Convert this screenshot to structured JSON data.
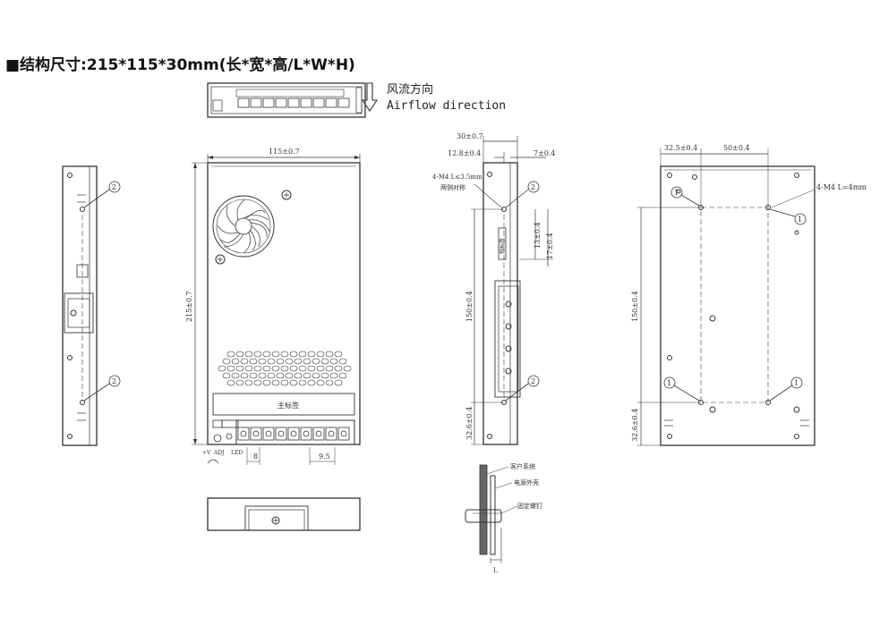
{
  "header": {
    "title": "■结构尺寸:215*115*30mm(长*宽*高/L*W*H)"
  },
  "airflow": {
    "cn": "风流方向",
    "en": "Airflow direction"
  },
  "front_view": {
    "width_dim": "115±0.7",
    "height_dim": "215±0.7",
    "label_plate": "主标签",
    "led_label": "LED",
    "adj_label": "ADJ",
    "pm_label": "+V",
    "pitch_8": "8",
    "pitch_95": "9.5"
  },
  "side_view": {
    "dim_30": "30±0.7",
    "dim_128": "12.8±0.4",
    "dim_7": "7±0.4",
    "screw_note": "4-M4 L≤3.5mm",
    "screw_note2": "两侧对称",
    "dim_150": "150±0.4",
    "dim_13": "13±0.4",
    "dim_17": "17±0.4",
    "dim_326": "32.6±0.4",
    "side_label": "侧标签"
  },
  "bottom_view": {
    "dim_325": "32.5±0.4",
    "dim_50": "50±0.4",
    "screw_note": "4-M4 L=4mm",
    "dim_150": "150±0.4",
    "dim_326": "32.6±0.4"
  },
  "mount_detail": {
    "customer_system": "客户系统",
    "psu_case": "电源外壳",
    "fixing_screw": "固定螺钉",
    "length": "L"
  },
  "callouts": {
    "one": "1",
    "two": "2"
  }
}
